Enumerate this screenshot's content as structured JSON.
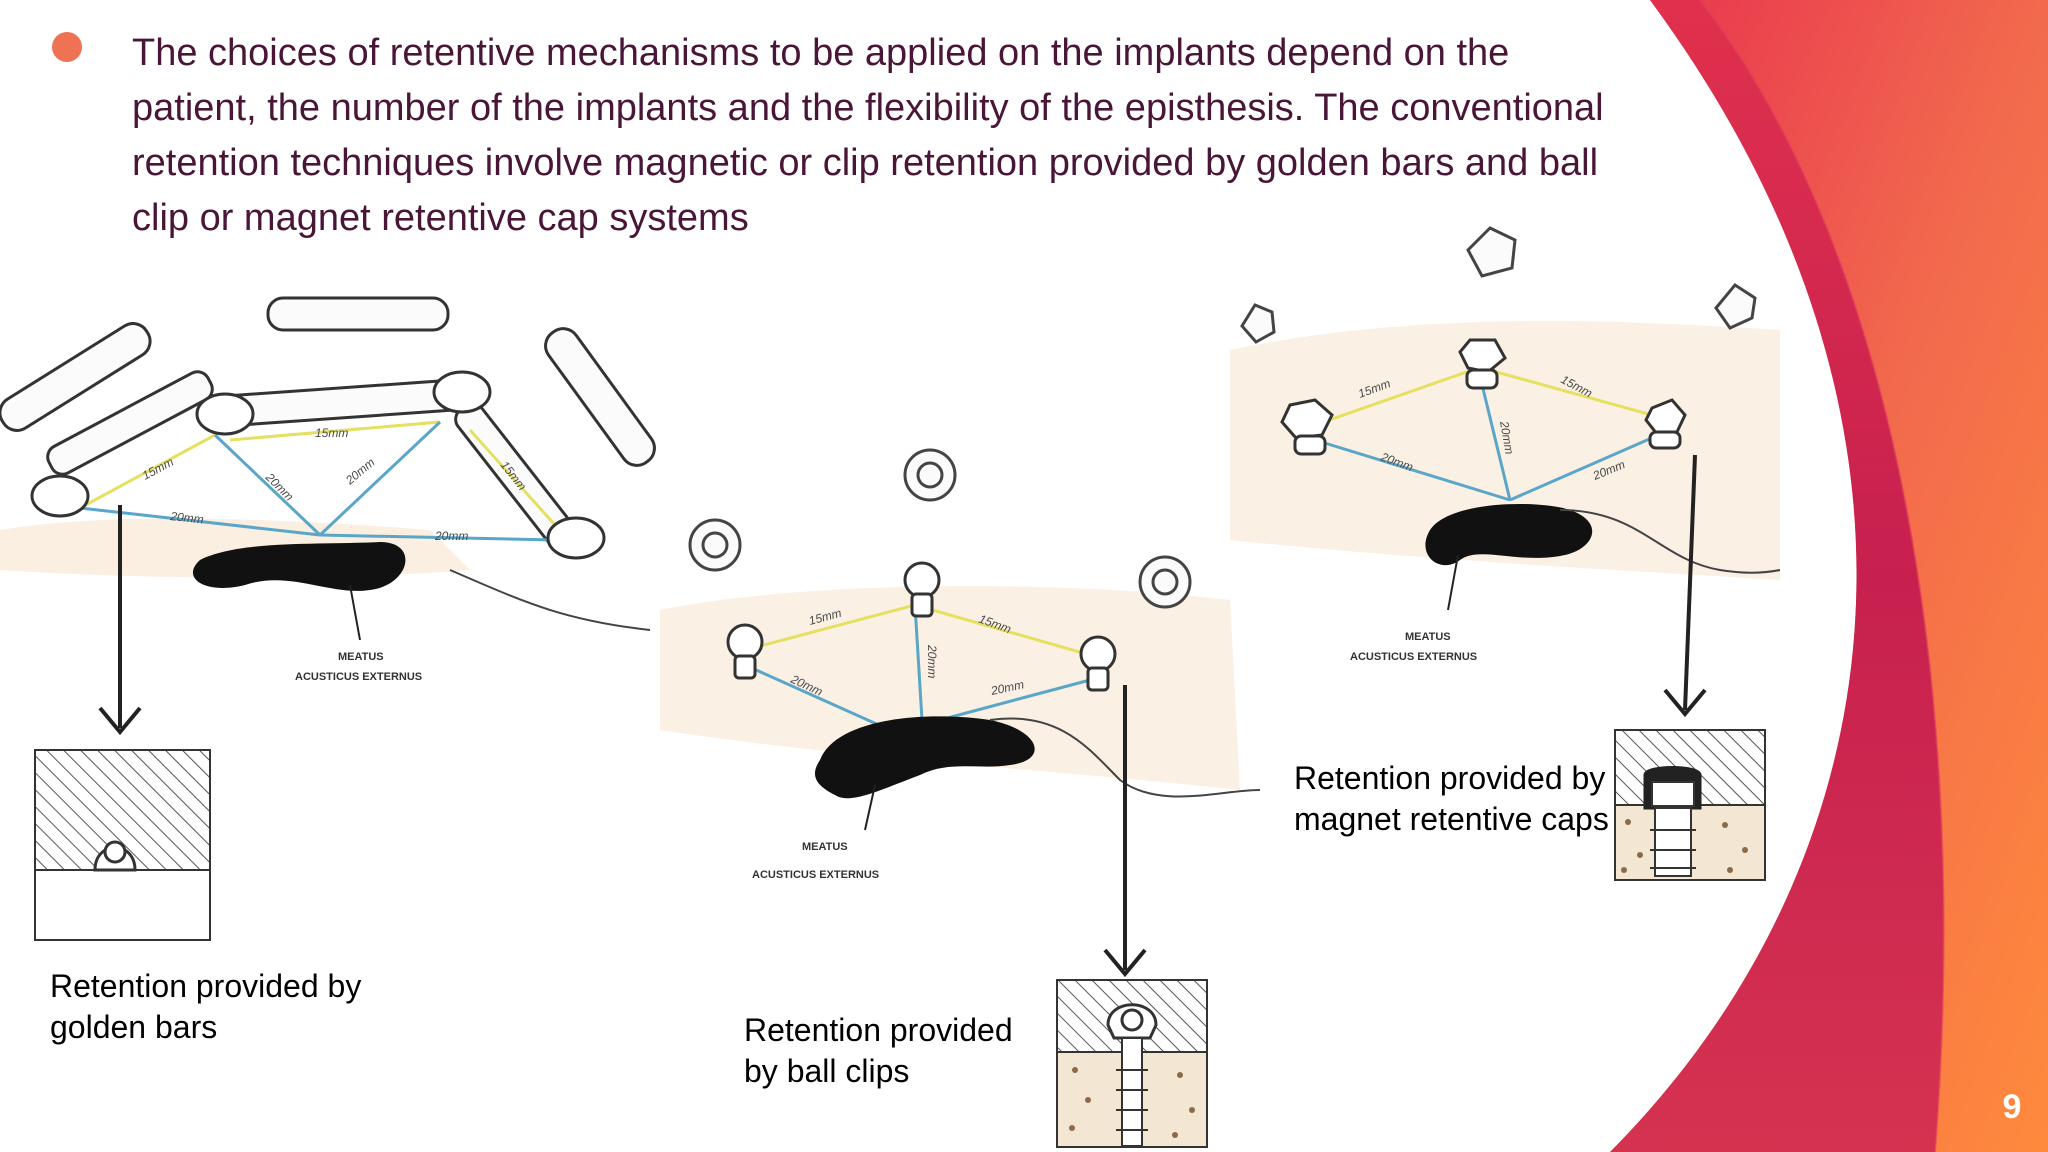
{
  "slide": {
    "body_text": "The choices of retentive mechanisms to be applied on the implants depend on the patient, the number of the implants and the flexibility of the episthesis. The conventional retention techniques involve magnetic or clip retention provided by golden bars and ball clip or magnet retentive cap systems",
    "page_number": "9"
  },
  "diagrams": {
    "golden_bars": {
      "caption": "Retention provided by golden bars",
      "distances": [
        "15mm",
        "15mm",
        "15mm",
        "20mm",
        "20mm",
        "20mm",
        "20mm"
      ],
      "anatomy_line1": "MEATUS",
      "anatomy_line2": "ACUSTICUS EXTERNUS"
    },
    "ball_clips": {
      "caption": "Retention provided by ball clips",
      "distances": [
        "15mm",
        "15mm",
        "20mm",
        "20mm",
        "20mm"
      ],
      "anatomy_line1": "MEATUS",
      "anatomy_line2": "ACUSTICUS EXTERNUS"
    },
    "magnet_caps": {
      "caption": "Retention provided by magnet retentive caps",
      "distances": [
        "15mm",
        "15mm",
        "20mm",
        "20mm",
        "20mm"
      ],
      "anatomy_line1": "MEATUS",
      "anatomy_line2": "ACUSTICUS EXTERNUS"
    }
  },
  "colors": {
    "accent_orange": "#f07254",
    "accent_crimson": "#c8234f",
    "text_plum": "#4a1638",
    "tissue_beige": "#f5e1c8",
    "measure_yellow": "#e6e060",
    "measure_blue": "#5aa6c8"
  }
}
